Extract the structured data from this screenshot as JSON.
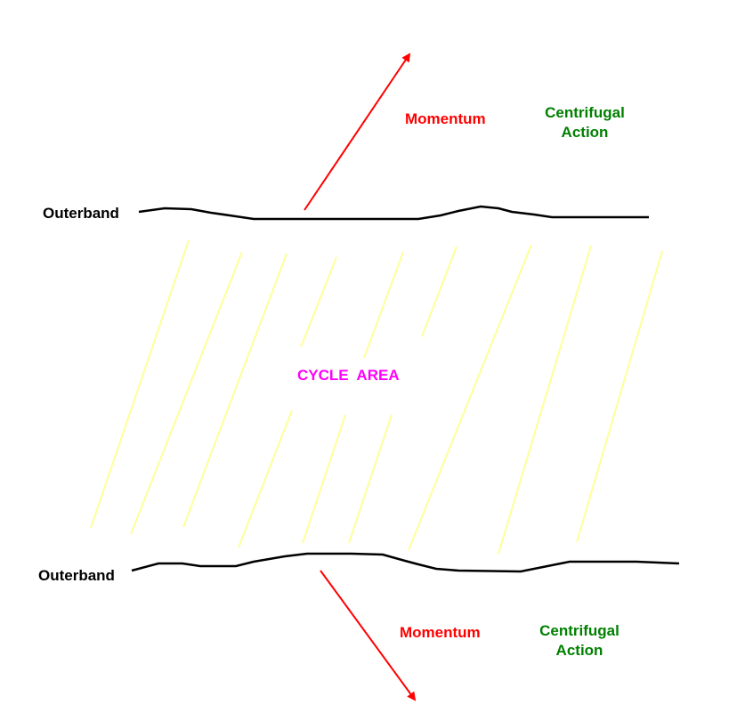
{
  "labels": {
    "outerband_top": "Outerband",
    "outerband_bottom": "Outerband",
    "momentum_top": "Momentum",
    "momentum_bottom": "Momentum",
    "centrifugal_top_line1": "Centrifugal",
    "centrifugal_top_line2": "Action",
    "centrifugal_bottom_line1": "Centrifugal",
    "centrifugal_bottom_line2": "Action",
    "cycle_area": "CYCLE  AREA"
  },
  "colors": {
    "outerband_line": "#000000",
    "momentum": "#ff0000",
    "centrifugal": "#008000",
    "cycle_area": "#ff00ff",
    "hatch": "#ffff99"
  }
}
